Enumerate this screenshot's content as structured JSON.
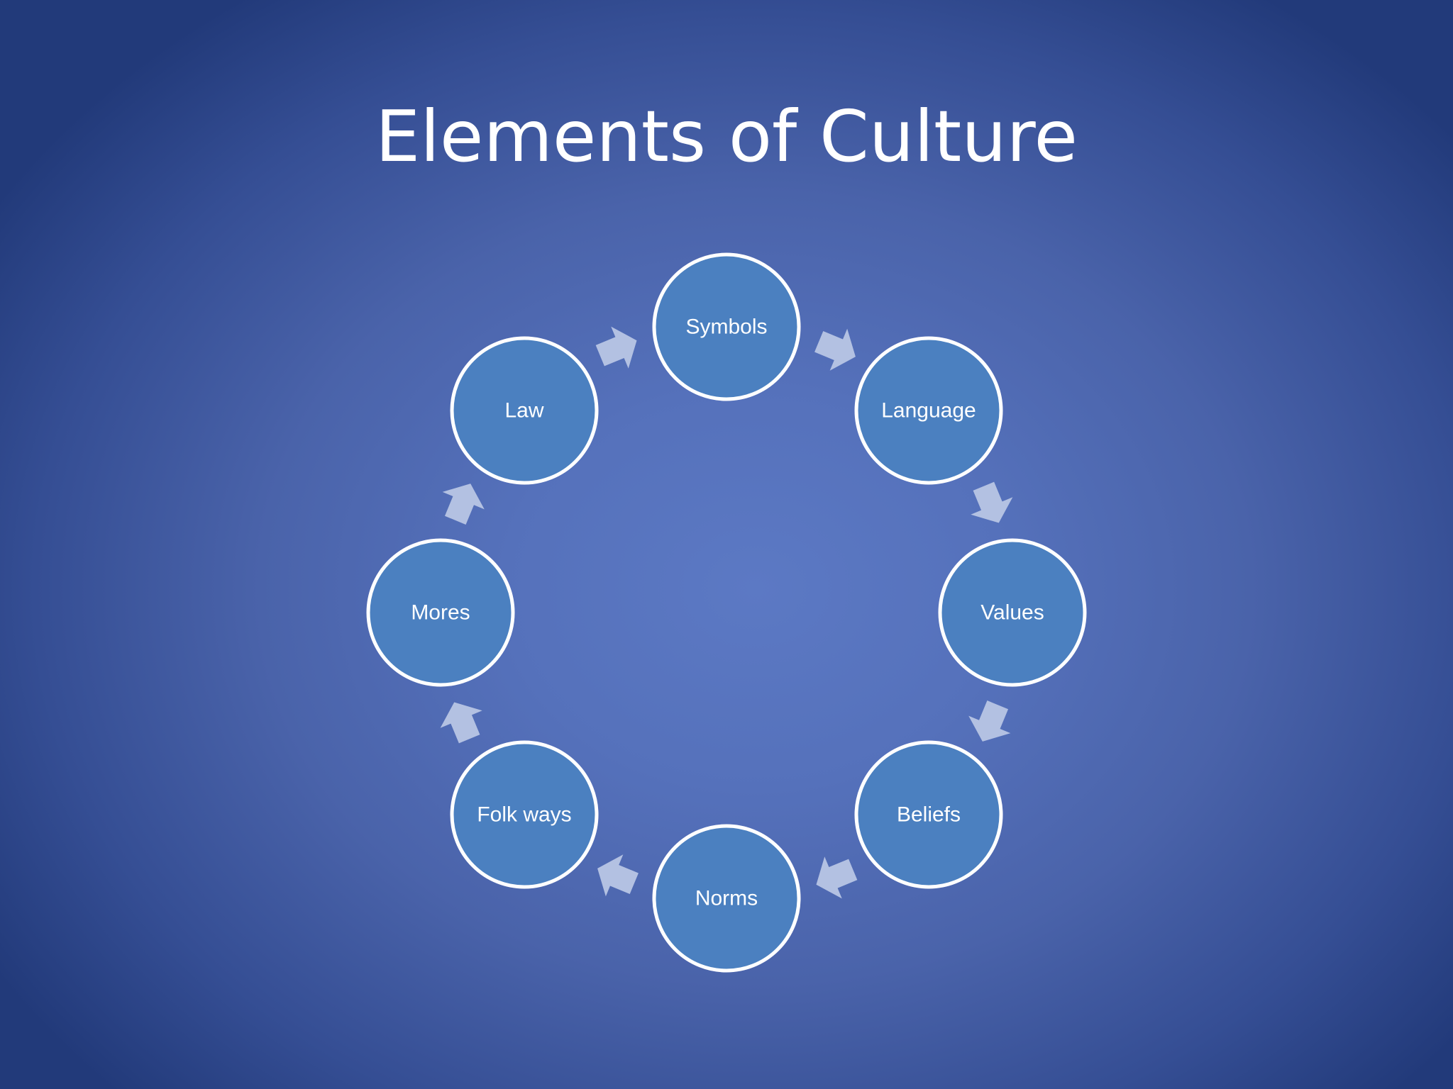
{
  "slide": {
    "title": "Elements of Culture"
  },
  "diagram": {
    "type": "cycle",
    "nodes": [
      {
        "label": "Symbols"
      },
      {
        "label": "Language"
      },
      {
        "label": "Values"
      },
      {
        "label": "Beliefs"
      },
      {
        "label": "Norms"
      },
      {
        "label": "Folk ways"
      },
      {
        "label": "Mores"
      },
      {
        "label": "Law"
      }
    ],
    "direction": "clockwise"
  },
  "colors": {
    "background_center": "#5c79c4",
    "background_edge": "#223a7a",
    "node_fill": "#4b80c0",
    "node_border": "#ffffff",
    "arrow_fill": "#b3c1e2",
    "text": "#ffffff"
  }
}
